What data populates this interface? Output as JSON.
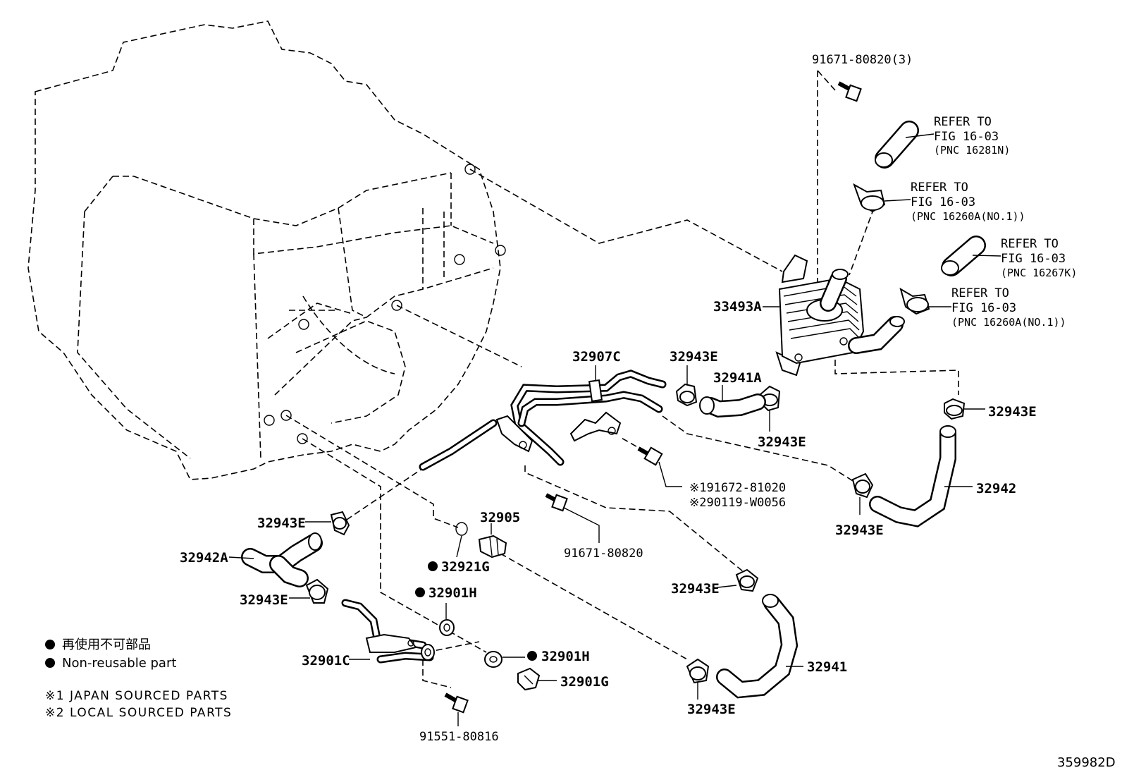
{
  "labels": {
    "bolt_top": "91671-80820(3)",
    "refer1_a": "REFER TO",
    "refer1_b": "FIG 16-03",
    "refer1_c": "(PNC 16281N)",
    "refer2_a": "REFER TO",
    "refer2_b": "FIG 16-03",
    "refer2_c": "(PNC 16260A(NO.1))",
    "refer3_a": "REFER TO",
    "refer3_b": "FIG 16-03",
    "refer3_c": "(PNC 16267K)",
    "refer4_a": "REFER TO",
    "refer4_b": "FIG 16-03",
    "refer4_c": "(PNC 16260A(NO.1))",
    "cooler": "33493A",
    "pipe_assy": "32907C",
    "clip_a": "32943E",
    "hose_a": "32941A",
    "clip_b": "32943E",
    "clip_c": "32943E",
    "hose_b": "32942",
    "clip_d": "32943E",
    "bolt_j1": "※191672-81020",
    "bolt_j2": "※290119-W0056",
    "clip_e": "32943E",
    "hose_c": "32942A",
    "clip_f": "32943E",
    "valve": "32905",
    "gasket_g": "32921G",
    "gasket_h1": "32901H",
    "bolt_mid": "91671-80820",
    "clip_g": "32943E",
    "pipe_c": "32901C",
    "gasket_h2": "32901H",
    "union": "32901G",
    "hose_d": "32941",
    "clip_h": "32943E",
    "bolt_bottom": "91551-80816",
    "figure_id": "359982D"
  },
  "legend": {
    "nonreusable_jp": "再使用不可部品",
    "nonreusable_en": "Non-reusable part",
    "note1": "※1 JAPAN SOURCED PARTS",
    "note2": "※2 LOCAL SOURCED PARTS"
  }
}
